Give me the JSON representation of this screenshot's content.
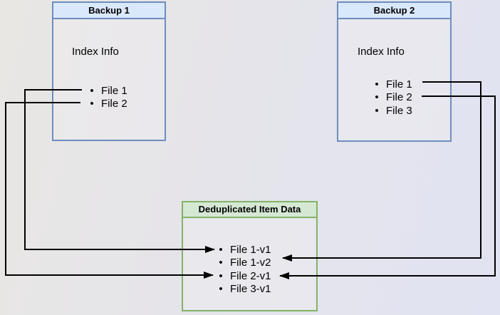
{
  "diagram": {
    "backup1": {
      "title": "Backup 1",
      "section_label": "Index Info",
      "items": [
        "File 1",
        "File 2"
      ]
    },
    "backup2": {
      "title": "Backup 2",
      "section_label": "Index Info",
      "items": [
        "File 1",
        "File 2",
        "File 3"
      ]
    },
    "dedup": {
      "title": "Deduplicated Item Data",
      "items": [
        "File 1-v1",
        "File 1-v2",
        "File 2-v1",
        "File 3-v1"
      ]
    },
    "connections": [
      {
        "from": "Backup 1 / File 1",
        "to": "File 1-v1"
      },
      {
        "from": "Backup 1 / File 2",
        "to": "File 2-v1"
      },
      {
        "from": "Backup 2 / File 1",
        "to": "File 1-v2"
      },
      {
        "from": "Backup 2 / File 2",
        "to": "File 2-v1"
      }
    ],
    "colors": {
      "backup_header_fill": "#dae8fc",
      "backup_border": "#6c8ebf",
      "dedup_header_fill": "#d5e8d4",
      "dedup_border": "#82b366",
      "arrow": "#000000"
    }
  }
}
